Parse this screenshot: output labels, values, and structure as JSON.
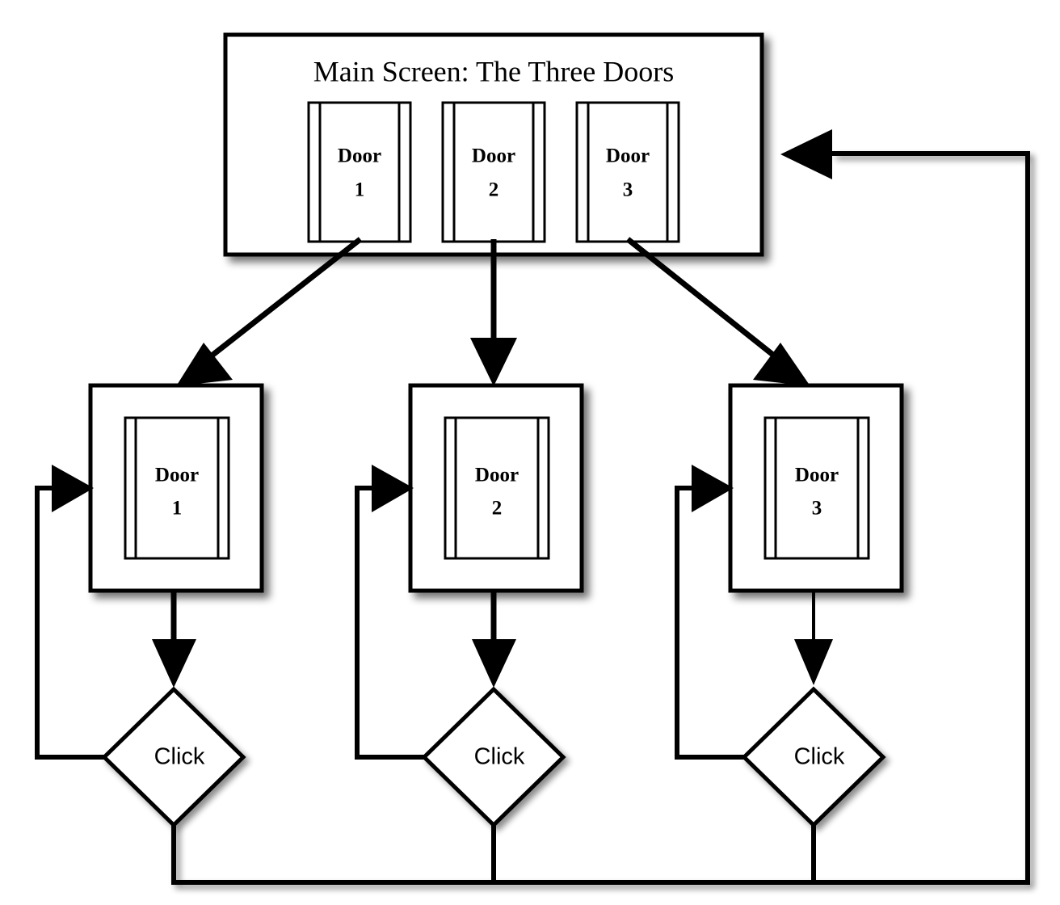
{
  "diagram": {
    "type": "flowchart",
    "title": "Main Screen: The Three Doors",
    "background_color": "#ffffff",
    "line_color": "#000000",
    "shape_fill": "#ffffff",
    "main_screen": {
      "label": "Main Screen: The Three Doors",
      "doors": [
        {
          "name": "Door",
          "number": "1"
        },
        {
          "name": "Door",
          "number": "2"
        },
        {
          "name": "Door",
          "number": "3"
        }
      ]
    },
    "door_screens": [
      {
        "name": "Door",
        "number": "1",
        "decision": "Click"
      },
      {
        "name": "Door",
        "number": "2",
        "decision": "Click"
      },
      {
        "name": "Door",
        "number": "3",
        "decision": "Click"
      }
    ],
    "decision_label": "Click"
  }
}
